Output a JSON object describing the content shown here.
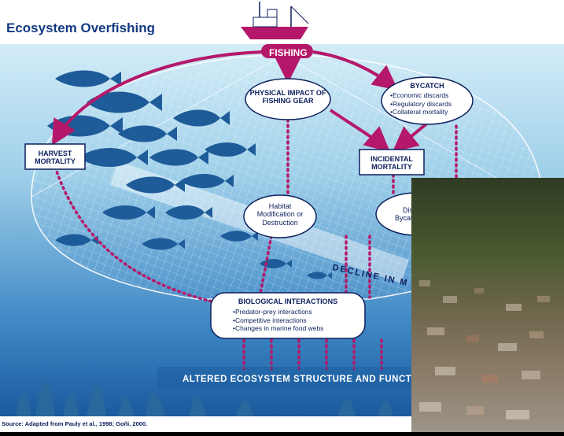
{
  "title": "Ecosystem Overfishing",
  "nodes": {
    "fishing": "FISHING",
    "physical_impact": "PHYSICAL IMPACT OF FISHING GEAR",
    "bycatch": {
      "heading": "BYCATCH",
      "items": [
        "•Economic discards",
        "•Regulatory discards",
        "•Collateral mortality"
      ]
    },
    "harvest": "HARVEST MORTALITY",
    "incidental": "INCIDENTAL MORTALITY",
    "habitat": "Habitat Modification or Destruction",
    "discard_partial": "Dis",
    "bycatch_partial": "Bycatc",
    "biological": {
      "heading": "BIOLOGICAL INTERACTIONS",
      "items": [
        "•Predator-prey interactions",
        "•Competitive interactions",
        "•Changes in marine food webs"
      ]
    },
    "decline": "DECLINE IN M",
    "altered": "ALTERED ECOSYSTEM STRUCTURE AND FUNCTIO"
  },
  "source": "Source: Adapted from Pauly et al., 1998; Goñi, 2000.",
  "colors": {
    "sky": "#ffffff",
    "ocean_top": "#c9e6f4",
    "ocean_bottom": "#1a63a8",
    "arrow": "#b5186a",
    "fish": "#1e5b99",
    "text": "#0d1f5c"
  }
}
